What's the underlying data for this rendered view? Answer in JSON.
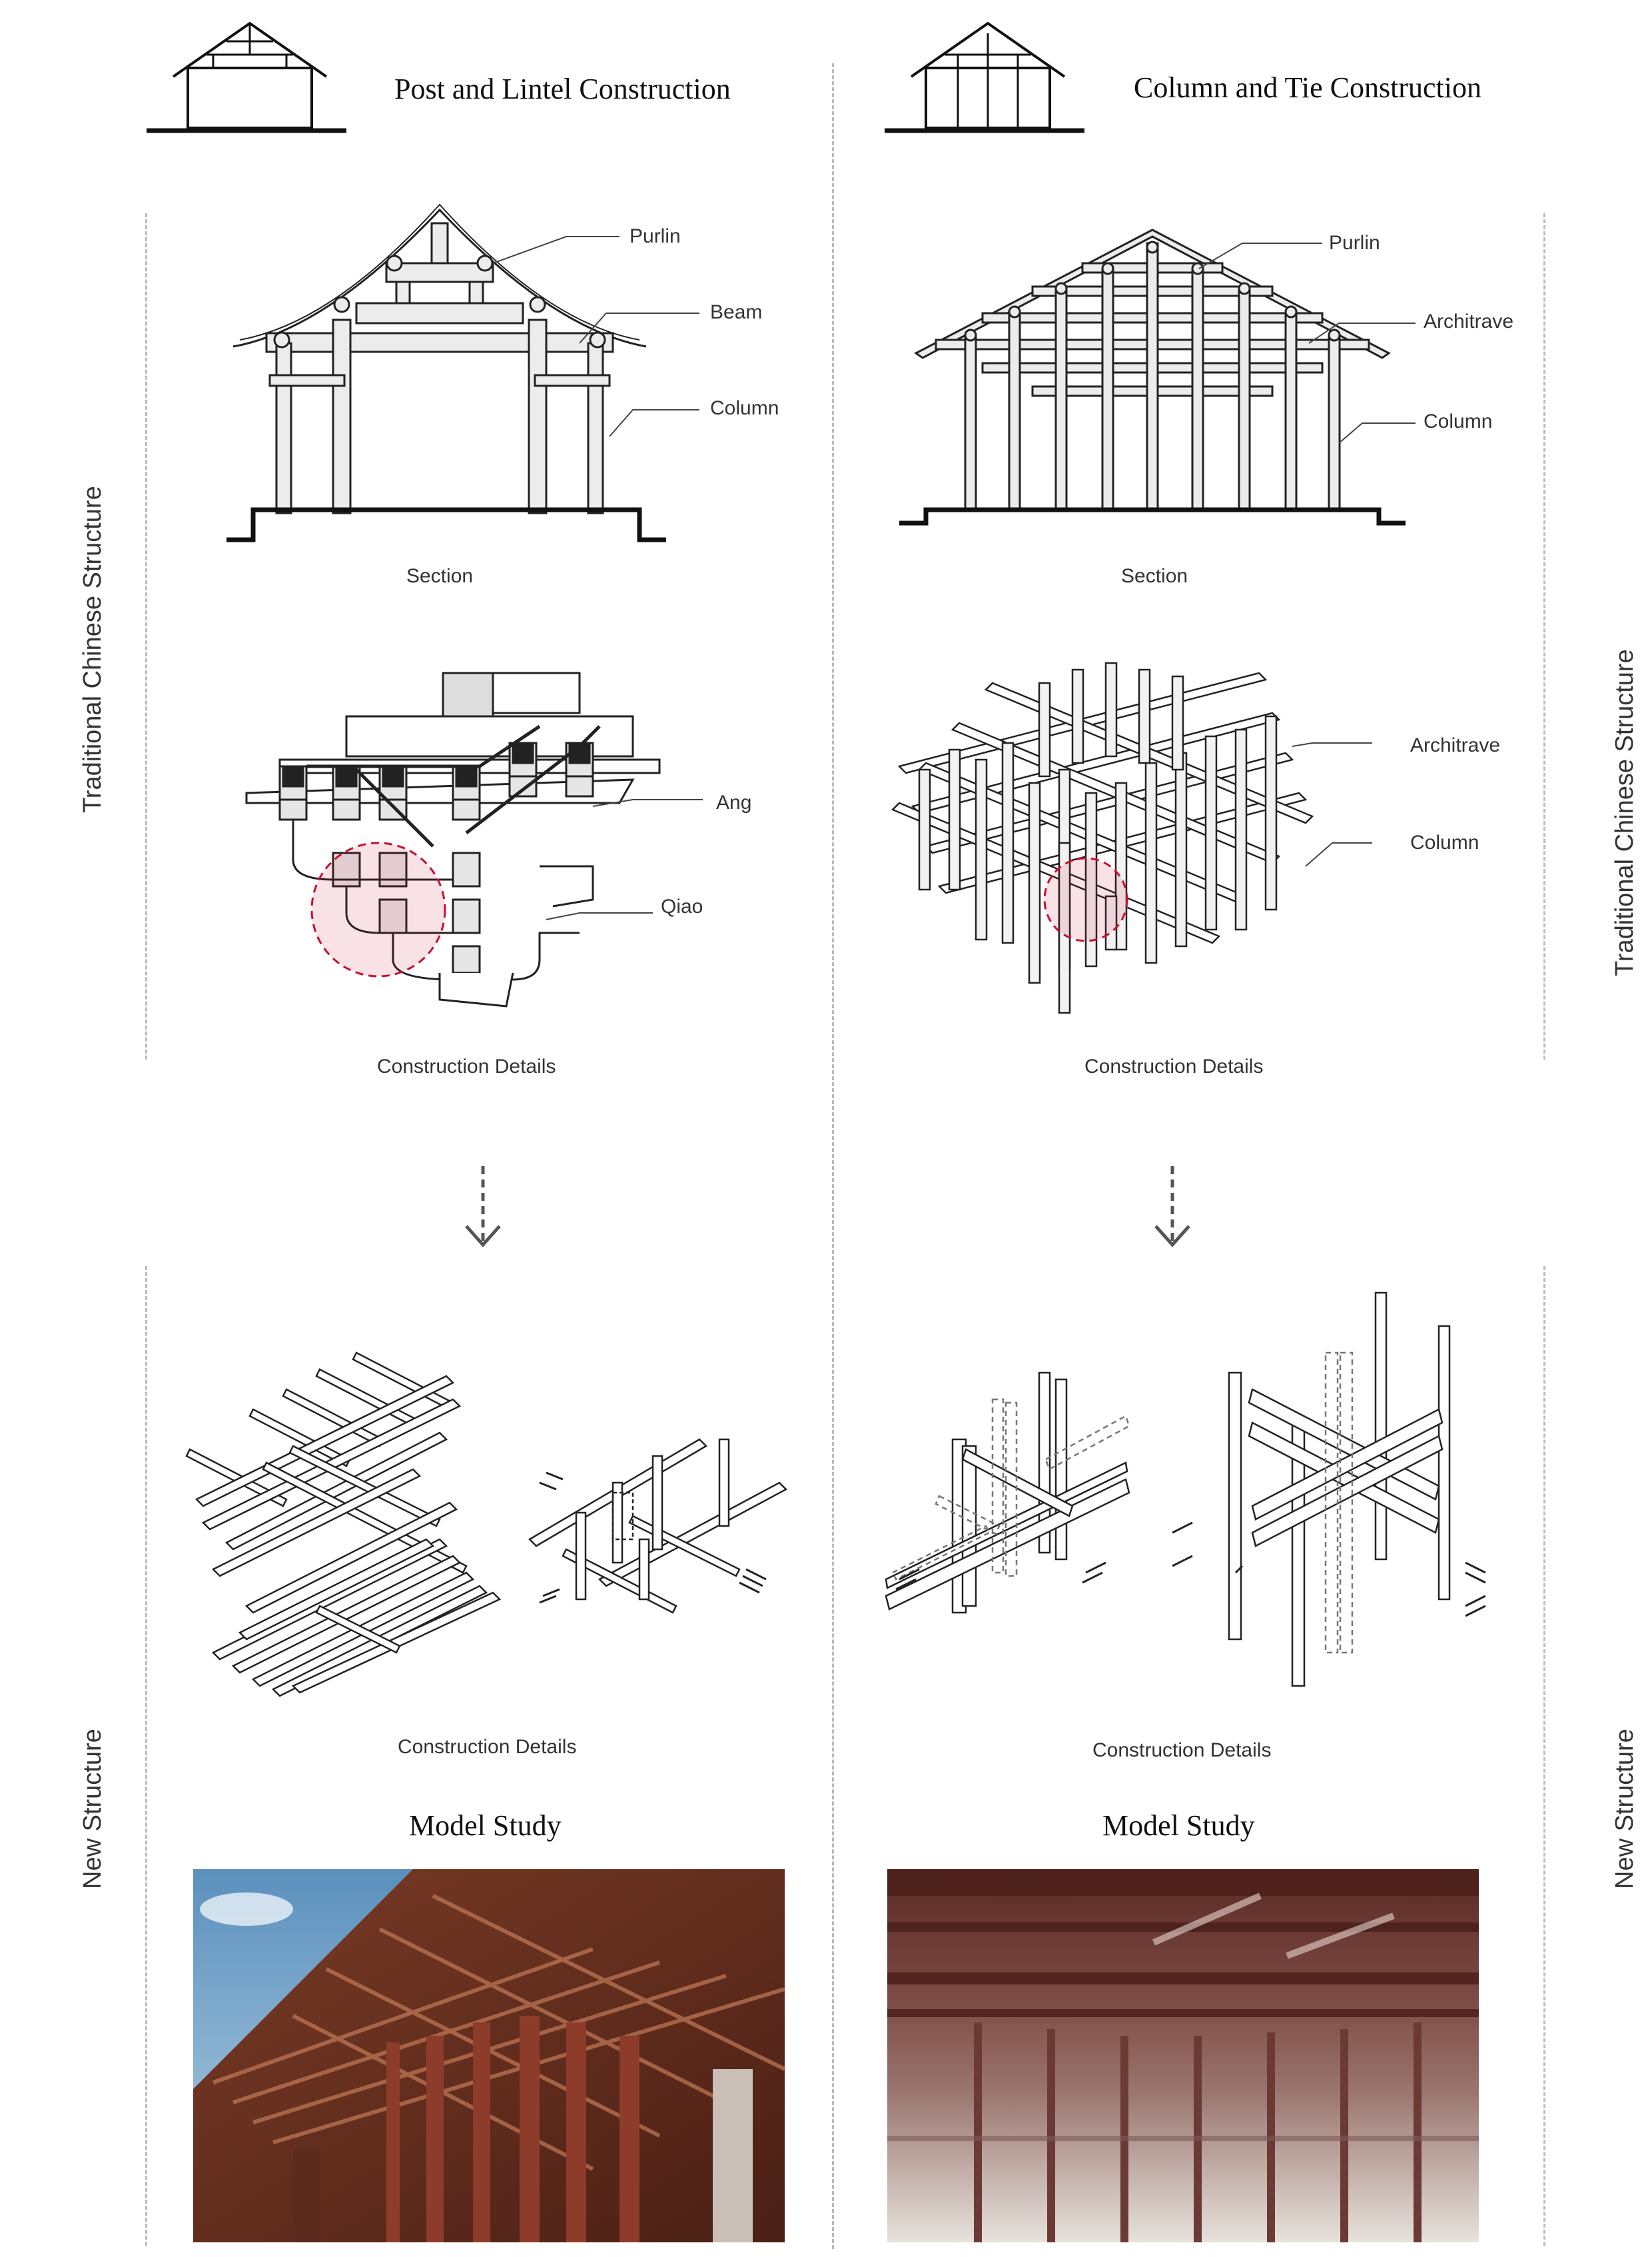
{
  "left": {
    "title": "Post and Lintel Construction",
    "section": {
      "caption": "Section",
      "labels": {
        "purlin": "Purlin",
        "beam": "Beam",
        "column": "Column"
      }
    },
    "details": {
      "caption": "Construction Details",
      "labels": {
        "ang": "Ang",
        "qiao": "Qiao"
      }
    },
    "new_details": {
      "caption": "Construction Details"
    },
    "model": {
      "title": "Model Study"
    }
  },
  "right": {
    "title": "Column and Tie Construction",
    "section": {
      "caption": "Section",
      "labels": {
        "purlin": "Purlin",
        "architrave": "Architrave",
        "column": "Column"
      }
    },
    "details": {
      "caption": "Construction Details",
      "labels": {
        "architrave": "Architrave",
        "column": "Column"
      }
    },
    "new_details": {
      "caption": "Construction Details"
    },
    "model": {
      "title": "Model Study"
    }
  },
  "side_labels": {
    "traditional": "Traditional Chinese Structure",
    "new": "New Structure"
  },
  "colors": {
    "highlight": "#c8102e",
    "highlight_fill": "#f6c9cf",
    "line": "#222222",
    "fill": "#e8e8e8"
  }
}
